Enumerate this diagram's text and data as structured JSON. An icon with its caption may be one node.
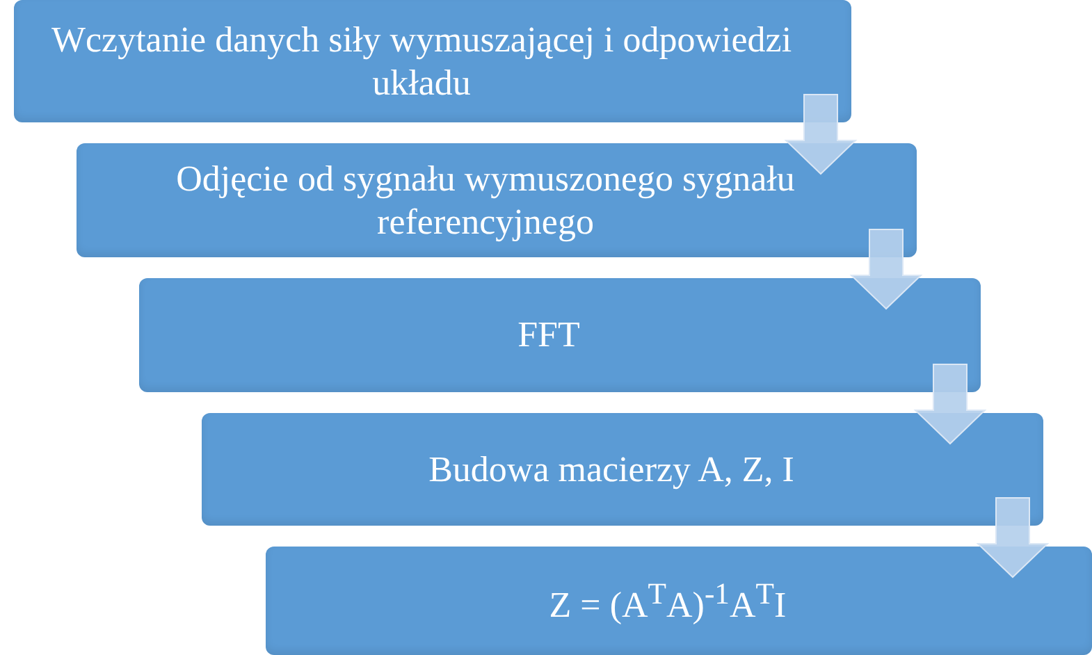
{
  "diagram": {
    "nodes": [
      {
        "text": [
          "Wczytanie danych siły wymuszającej i odpowiedzi układu"
        ]
      },
      {
        "text": [
          "Odjęcie od sygnału wymuszonego sygnału referencyjnego"
        ]
      },
      {
        "text": [
          "FFT"
        ]
      },
      {
        "text": [
          "Budowa macierzy A, Z, I"
        ]
      },
      {
        "text": [
          "Z = (A$^{T}$A)$^{-1}$A$^{T}$I"
        ]
      }
    ],
    "edges": [
      {
        "from": 0,
        "to": 1,
        "arrow": "to"
      },
      {
        "from": 1,
        "to": 2,
        "arrow": "to"
      },
      {
        "from": 2,
        "to": 3,
        "arrow": "to"
      },
      {
        "from": 3,
        "to": 4,
        "arrow": "to"
      }
    ]
  }
}
